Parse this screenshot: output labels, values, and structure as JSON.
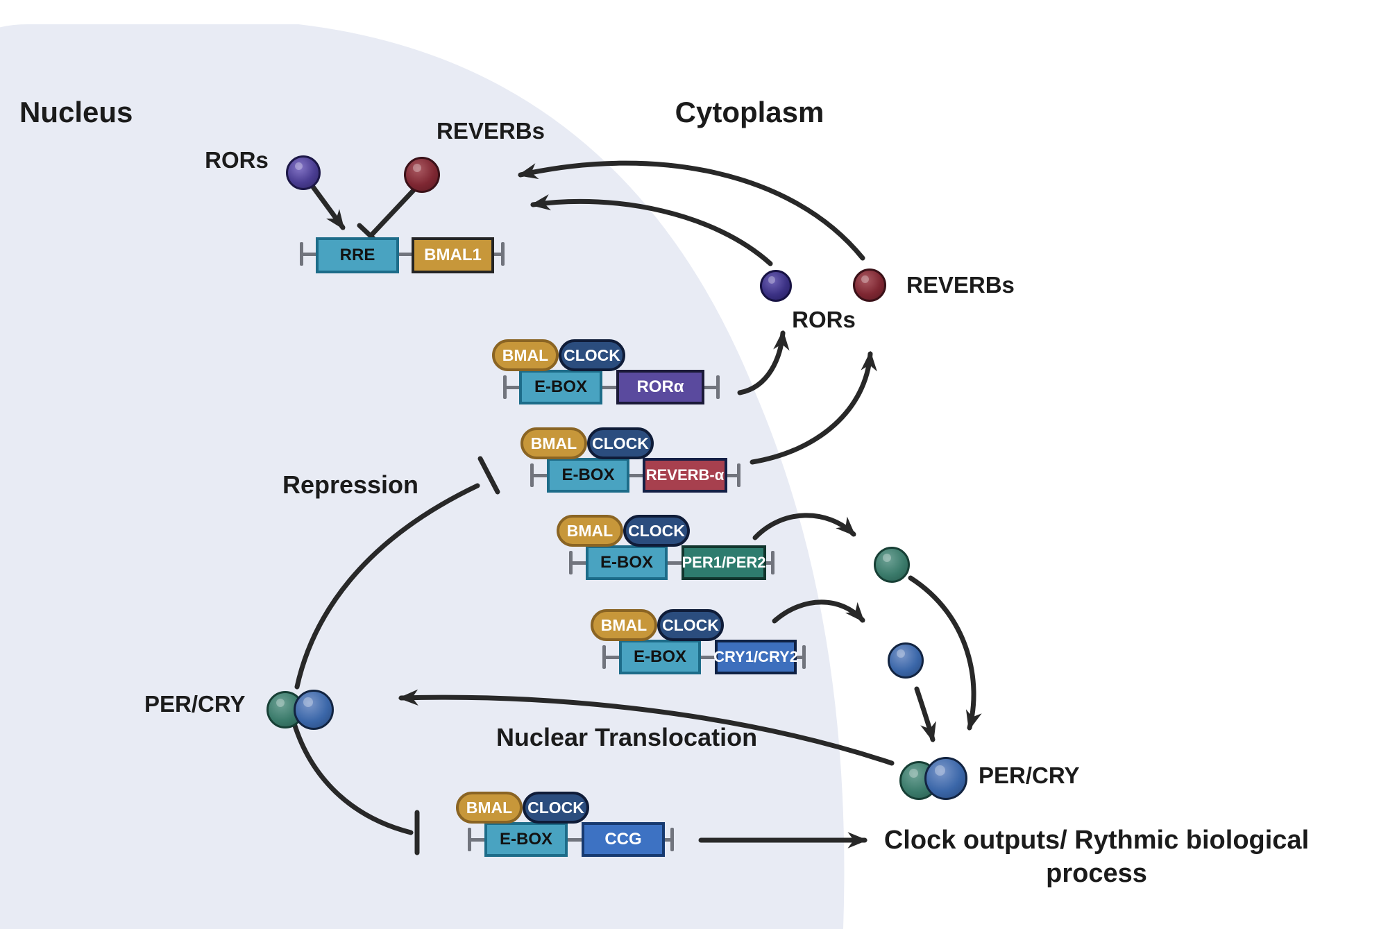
{
  "regions": {
    "nucleus": "Nucleus",
    "cytoplasm": "Cytoplasm"
  },
  "proteins": {
    "rors_nucleus": "RORs",
    "reverbs_nucleus": "REVERBs",
    "rors_cytoplasm": "RORs",
    "reverbs_cytoplasm": "REVERBs",
    "per_cry_left": "PER/CRY",
    "per_cry_right": "PER/CRY"
  },
  "processes": {
    "repression": "Repression",
    "nuclear_translocation": "Nuclear Translocation",
    "clock_outputs_line1": "Clock outputs/ Rythmic biological",
    "clock_outputs_line2": "process"
  },
  "constructs": [
    {
      "site": "RRE",
      "gene": "BMAL1",
      "tfs": []
    },
    {
      "site": "E-BOX",
      "gene": "RORα",
      "tfs": [
        "BMAL",
        "CLOCK"
      ]
    },
    {
      "site": "E-BOX",
      "gene": "REVERB-α",
      "tfs": [
        "BMAL",
        "CLOCK"
      ]
    },
    {
      "site": "E-BOX",
      "gene": "PER1/PER2",
      "tfs": [
        "BMAL",
        "CLOCK"
      ]
    },
    {
      "site": "E-BOX",
      "gene": "CRY1/CRY2",
      "tfs": [
        "BMAL",
        "CLOCK"
      ]
    },
    {
      "site": "E-BOX",
      "gene": "CCG",
      "tfs": [
        "BMAL",
        "CLOCK"
      ]
    }
  ],
  "colors": {
    "nucleus_fill": "#e8ebf4",
    "cytoplasm_fill": "#ffffff",
    "arrow": "#282828",
    "dna_gray": "#71747d",
    "site_teal": "#49a3c1",
    "gold": "#c7973a",
    "clock_navy": "#2b4d7e",
    "ror_purple": "#5a4a9e",
    "reverb_crimson": "#a7404e",
    "per_green": "#2e7c6e",
    "cry_blue": "#3d6fbd",
    "ccg_blue": "#3d72c3"
  }
}
